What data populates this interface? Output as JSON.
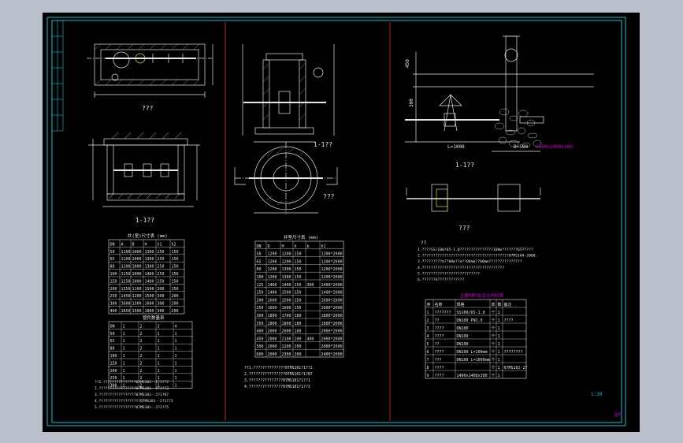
{
  "colors": {
    "sheet": "#000000",
    "frame": "#00c8d0",
    "divider": "#c81e1e",
    "line": "#e6e6e6",
    "yellow": "#e0e000",
    "magenta": "#d000d0",
    "cyan": "#00c8d0",
    "hatch": "#b0b0b0"
  },
  "left": {
    "plan_title": "???",
    "section_title": "1-1??",
    "table1": {
      "title": "井(室)尺寸表 (mm)",
      "headers": [
        "DN",
        "A",
        "B",
        "H",
        "h1",
        "h2"
      ],
      "rows": [
        [
          "50",
          "1100",
          "1000",
          "1300",
          "250",
          "150"
        ],
        [
          "65",
          "1100",
          "1000",
          "1300",
          "250",
          "150"
        ],
        [
          "80",
          "1100",
          "1000",
          "1300",
          "250",
          "150"
        ],
        [
          "100",
          "1150",
          "1000",
          "1400",
          "250",
          "150"
        ],
        [
          "150",
          "1250",
          "1000",
          "1400",
          "250",
          "150"
        ],
        [
          "200",
          "1350",
          "1100",
          "1500",
          "300",
          "150"
        ],
        [
          "250",
          "1450",
          "1200",
          "1500",
          "300",
          "200"
        ],
        [
          "300",
          "1600",
          "1300",
          "1600",
          "300",
          "200"
        ],
        [
          "400",
          "1850",
          "1500",
          "1800",
          "300",
          "200"
        ]
      ]
    },
    "table2": {
      "title": "管件数量表",
      "headers": [
        "DN",
        "1",
        "2",
        "3",
        "4"
      ],
      "rows": [
        [
          "50",
          "1",
          "2",
          "1",
          "1"
        ],
        [
          "65",
          "1",
          "2",
          "1",
          "1"
        ],
        [
          "80",
          "1",
          "2",
          "1",
          "1"
        ],
        [
          "100",
          "1",
          "2",
          "1",
          "1"
        ],
        [
          "150",
          "1",
          "2",
          "1",
          "1"
        ],
        [
          "200",
          "1",
          "2",
          "1",
          "1"
        ],
        [
          "250",
          "1",
          "2",
          "1",
          "1"
        ],
        [
          "300",
          "1",
          "2",
          "1",
          "1"
        ]
      ]
    },
    "notes": [
      "??1.???????????????07MS101--2?1??2",
      "2.?????????????????07MS101--2?1??2",
      "3.?????????????????07MS101--2?1?87",
      "4.???????????????????07MS101--2?1??3",
      "5.?????????????????07MS101--2?1??5"
    ]
  },
  "middle": {
    "section_title": "1-1??",
    "plan_title": "???",
    "table": {
      "title": "井室尺寸表 (mm)",
      "headers": [
        "DN",
        "D",
        "H",
        "h",
        "b",
        "h1"
      ],
      "rows": [
        [
          "50",
          "1200",
          "1200",
          "150",
          "",
          "1200*2000"
        ],
        [
          "65",
          "1200",
          "1200",
          "150",
          "",
          "1200*2000"
        ],
        [
          "80",
          "1200",
          "1300",
          "150",
          "",
          "1200*2000"
        ],
        [
          "100",
          "1200",
          "1300",
          "150",
          "",
          "1200*2000"
        ],
        [
          "125",
          "1400",
          "1400",
          "150",
          "300",
          "1400*2000"
        ],
        [
          "150",
          "1400",
          "1500",
          "150",
          "",
          "1400*2000"
        ],
        [
          "200",
          "1600",
          "1500",
          "150",
          "",
          "1600*2000"
        ],
        [
          "250",
          "1600",
          "1600",
          "150",
          "",
          "1600*2000"
        ],
        [
          "300",
          "1800",
          "1700",
          "180",
          "",
          "1800*2000"
        ],
        [
          "350",
          "1800",
          "1800",
          "180",
          "",
          "1800*2000"
        ],
        [
          "400",
          "2000",
          "2000",
          "180",
          "",
          "2000*2000"
        ],
        [
          "450",
          "2000",
          "2100",
          "200",
          "400",
          "2000*2000"
        ],
        [
          "500",
          "2000",
          "2200",
          "200",
          "",
          "2000*2000"
        ],
        [
          "600",
          "2000",
          "2300",
          "200",
          "",
          "2400*2000"
        ]
      ]
    },
    "notes": [
      "??1.??????????????07MS101?1??2",
      "2.????????????????07MS101?1?87",
      "3.???????????????07MS101?1??1",
      "4.???????????????07MS101?1??3"
    ]
  },
  "right": {
    "section_title": "1-1??",
    "plan_title": "???",
    "dims": {
      "d450": "450",
      "d300": "300",
      "d1000": "L=1000",
      "d500": "B=500",
      "d1400": "1400x1400x300"
    },
    "notes_head": "??",
    "notes": [
      "1.????SS/100/65-1.0???????????????100m???????65?????",
      "2.???????????????????????????????????????07MS104-2008.",
      "3.?????????m??00m??m??00mm??00mm???????????????",
      "4.?????????????????????????????????????",
      "5.??????????????????????????",
      "6.??????6????????????"
    ],
    "table": {
      "title": "主要材料及设计材料表",
      "headers": [
        "序",
        "名称",
        "规格",
        "单",
        "数",
        "备注"
      ],
      "rows": [
        [
          "1",
          "???????",
          "SS100/65-1.0",
          "个",
          "1",
          ""
        ],
        [
          "2",
          "??",
          "DN100 PN1.0",
          "个",
          "1",
          "????"
        ],
        [
          "3",
          "????",
          "DN100",
          "个",
          "1",
          ""
        ],
        [
          "4",
          "????",
          "DN100",
          "个",
          "1",
          ""
        ],
        [
          "5",
          "??",
          "DN100",
          "个",
          "1",
          ""
        ],
        [
          "6",
          "????",
          "DN100 L=200mm",
          "个",
          "1",
          "????????"
        ],
        [
          "7",
          "???",
          "DN100 L=1000mm",
          "个",
          "1",
          ""
        ],
        [
          "8",
          "????",
          "",
          "个",
          "1",
          "07MS101-2?"
        ],
        [
          "9",
          "????",
          "1400x1400x300",
          "个",
          "1",
          ""
        ]
      ]
    },
    "scale_mark": "1:20"
  },
  "stamp": "图号"
}
